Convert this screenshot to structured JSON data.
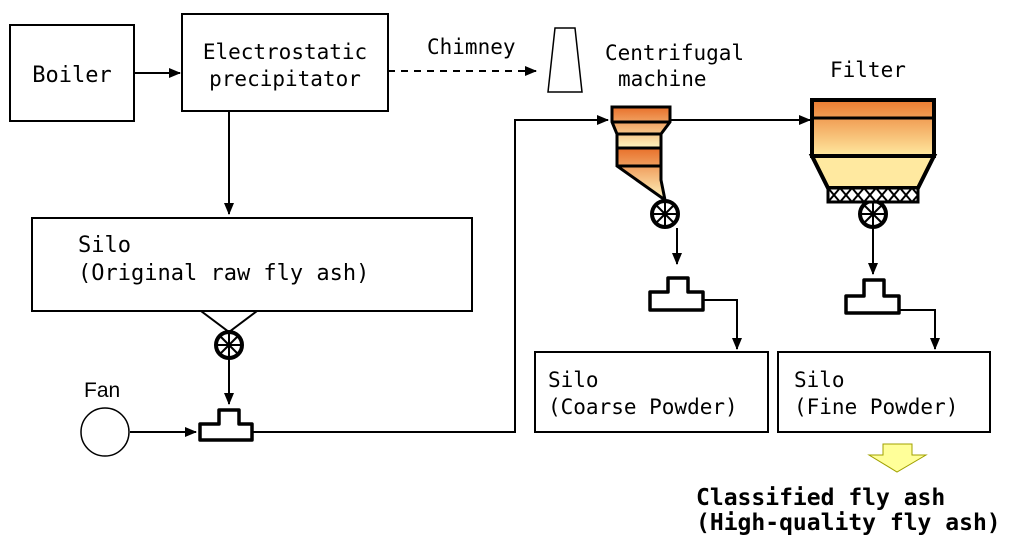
{
  "boxes": {
    "boiler": "Boiler",
    "precipitator_line1": "Electrostatic",
    "precipitator_line2": "precipitator",
    "silo_raw_line1": "Silo",
    "silo_raw_line2": "(Original raw fly ash)",
    "silo_coarse_line1": "Silo",
    "silo_coarse_line2": "(Coarse Powder)",
    "silo_fine_line1": "Silo",
    "silo_fine_line2": "(Fine Powder)"
  },
  "labels": {
    "chimney": "Chimney",
    "centrifugal_line1": "Centrifugal",
    "centrifugal_line2": "machine",
    "filter": "Filter",
    "fan": "Fan",
    "output_line1": "Classified fly ash",
    "output_line2": "(High-quality fly ash)"
  },
  "colors": {
    "equipment_fill_top": "#f08a3a",
    "equipment_fill_bottom": "#fff3b0",
    "output_arrow_fill": "#ffff99",
    "line": "#000000"
  }
}
